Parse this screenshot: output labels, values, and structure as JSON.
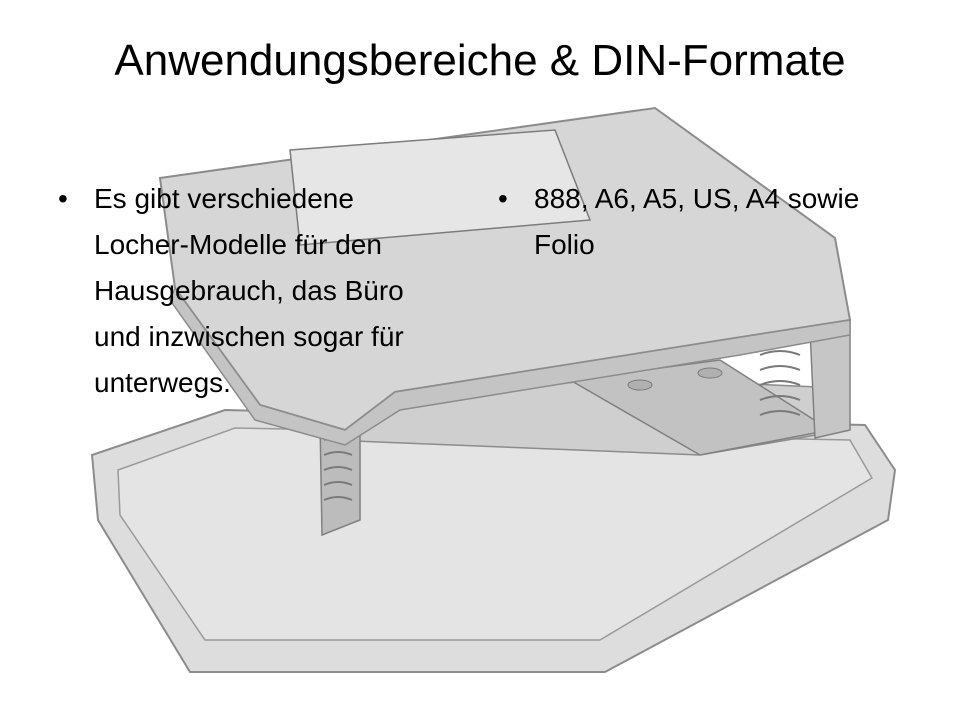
{
  "slide": {
    "title": "Anwendungsbereiche & DIN-Formate",
    "bullets_left": [
      "Es gibt verschiedene Locher-Modelle für den Hausgebrauch, das Büro und inzwischen sogar für unterwegs."
    ],
    "bullets_right": [
      "888, A6, A5, US, A4 sowie Folio"
    ],
    "bullet_symbol": "•"
  },
  "background": {
    "illustration": "hole-punch-drawing",
    "colors": {
      "light_gray": "#d8d8d8",
      "mid_gray": "#bcbcbc",
      "outline": "#8c8c8c"
    }
  }
}
